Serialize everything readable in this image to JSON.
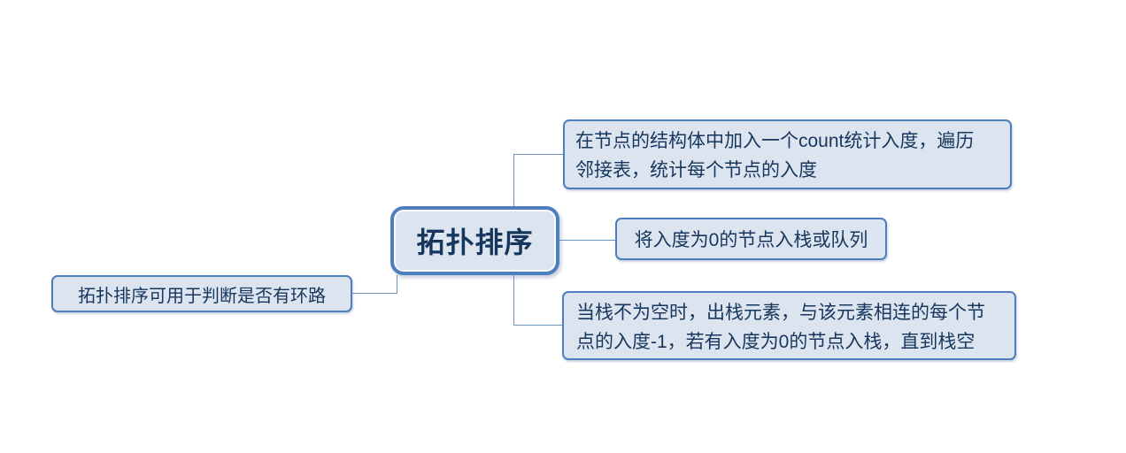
{
  "diagram": {
    "type": "mindmap",
    "theme": {
      "accent": "#4d7ebd",
      "node_fill": "#dce4f0",
      "text_color": "#17365d",
      "connector_color": "#6a92c3",
      "background": "#ffffff"
    },
    "root": {
      "label": "拓扑排序"
    },
    "left_branch": {
      "label": "拓扑排序可用于判断是否有环路"
    },
    "right_branches": [
      {
        "lines": [
          "在节点的结构体中加入一个count统计入度，遍历",
          "邻接表，统计每个节点的入度"
        ]
      },
      {
        "lines": [
          "将入度为0的节点入栈或队列"
        ]
      },
      {
        "lines": [
          "当栈不为空时，出栈元素，与该元素相连的每个节",
          "点的入度-1，若有入度为0的节点入栈，直到栈空"
        ]
      }
    ]
  }
}
